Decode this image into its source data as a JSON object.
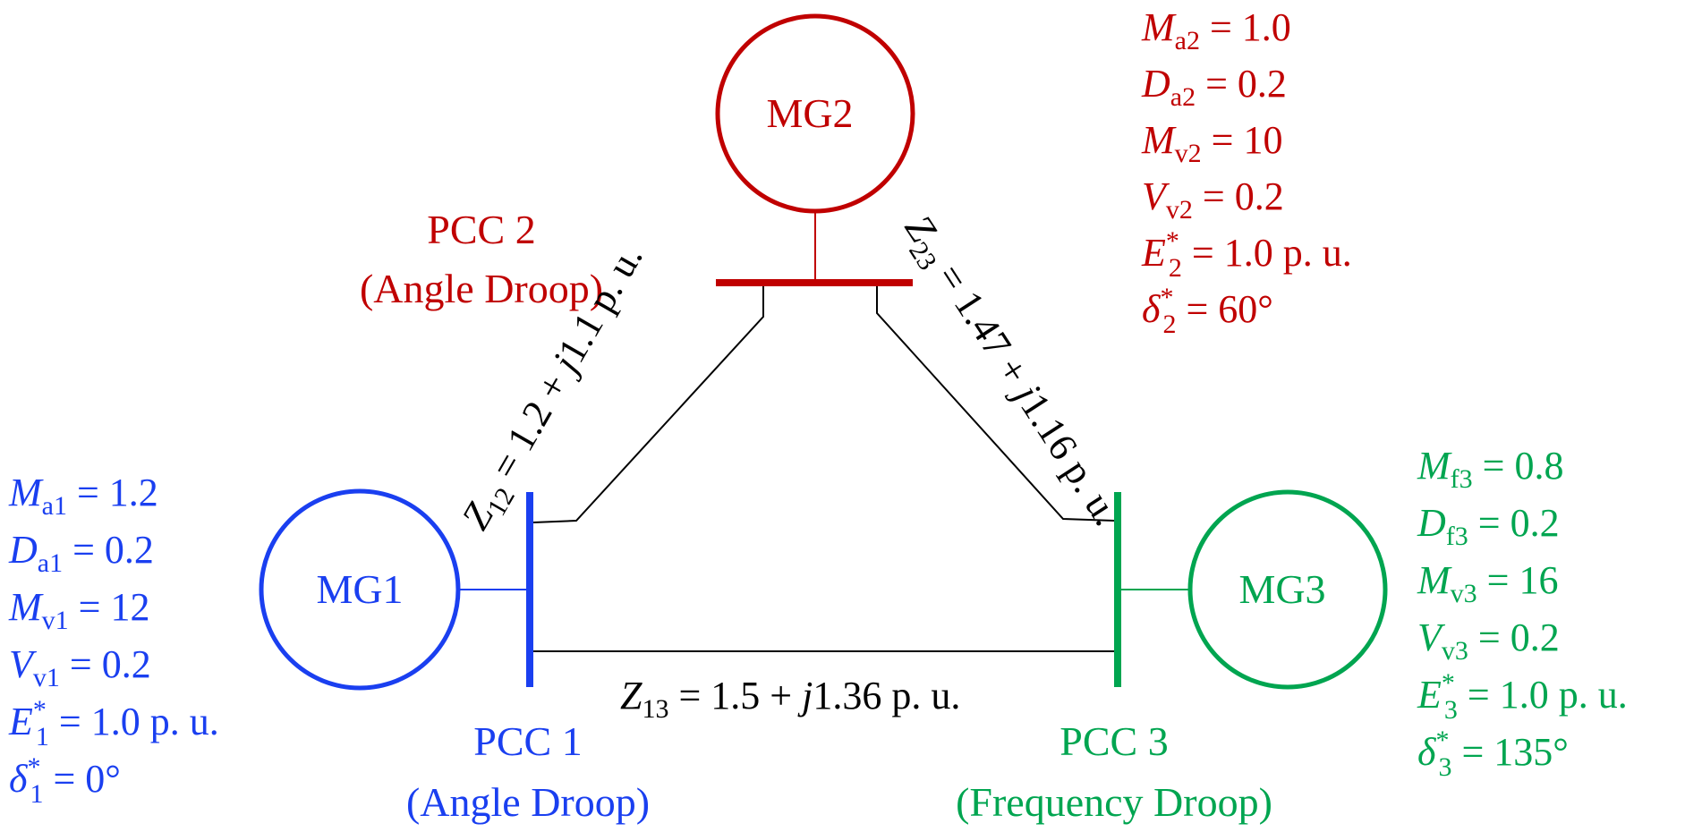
{
  "colors": {
    "mg1": "#1a3ff0",
    "mg2": "#c00000",
    "mg3": "#00a550",
    "line": "#000000"
  },
  "nodes": {
    "mg1": {
      "label": "MG1",
      "pcc_title": "PCC 1",
      "pcc_mode": "(Angle Droop)",
      "params": [
        {
          "sym": "M",
          "sub": "a1",
          "sup": "",
          "rest": " = 1.2"
        },
        {
          "sym": "D",
          "sub": "a1",
          "sup": "",
          "rest": " = 0.2"
        },
        {
          "sym": "M",
          "sub": "v1",
          "sup": "",
          "rest": " = 12"
        },
        {
          "sym": "V",
          "sub": "v1",
          "sup": "",
          "rest": " = 0.2"
        },
        {
          "sym": "E",
          "sub": "1",
          "sup": "*",
          "rest": " = 1.0 p. u."
        },
        {
          "sym": "δ",
          "sub": "1",
          "sup": "*",
          "rest": " = 0°"
        }
      ]
    },
    "mg2": {
      "label": "MG2",
      "pcc_title": "PCC 2",
      "pcc_mode": "(Angle Droop)",
      "params": [
        {
          "sym": "M",
          "sub": "a2",
          "sup": "",
          "rest": " = 1.0"
        },
        {
          "sym": "D",
          "sub": "a2",
          "sup": "",
          "rest": " = 0.2"
        },
        {
          "sym": "M",
          "sub": "v2",
          "sup": "",
          "rest": " = 10"
        },
        {
          "sym": "V",
          "sub": "v2",
          "sup": "",
          "rest": " = 0.2"
        },
        {
          "sym": "E",
          "sub": "2",
          "sup": "*",
          "rest": " = 1.0 p. u."
        },
        {
          "sym": "δ",
          "sub": "2",
          "sup": "*",
          "rest": " = 60°"
        }
      ]
    },
    "mg3": {
      "label": "MG3",
      "pcc_title": "PCC 3",
      "pcc_mode": "(Frequency Droop)",
      "params": [
        {
          "sym": "M",
          "sub": "f3",
          "sup": "",
          "rest": " = 0.8"
        },
        {
          "sym": "D",
          "sub": "f3",
          "sup": "",
          "rest": " = 0.2"
        },
        {
          "sym": "M",
          "sub": "v3",
          "sup": "",
          "rest": " = 16"
        },
        {
          "sym": "V",
          "sub": "v3",
          "sup": "",
          "rest": " = 0.2"
        },
        {
          "sym": "E",
          "sub": "3",
          "sup": "*",
          "rest": " = 1.0 p. u."
        },
        {
          "sym": "δ",
          "sub": "3",
          "sup": "*",
          "rest": " = 135°"
        }
      ]
    }
  },
  "lines": {
    "z12": {
      "sym": "Z",
      "sub": "12",
      "rest_a": " = 1.2 + ",
      "j": "j",
      "rest_b": "1.1 p. u."
    },
    "z23": {
      "sym": "Z",
      "sub": "23",
      "rest_a": " = 1.47 + ",
      "j": "j",
      "rest_b": "1.16 p. u."
    },
    "z13": {
      "sym": "Z",
      "sub": "13",
      "rest_a": " = 1.5 + ",
      "j": "j",
      "rest_b": "1.36 p. u."
    }
  }
}
